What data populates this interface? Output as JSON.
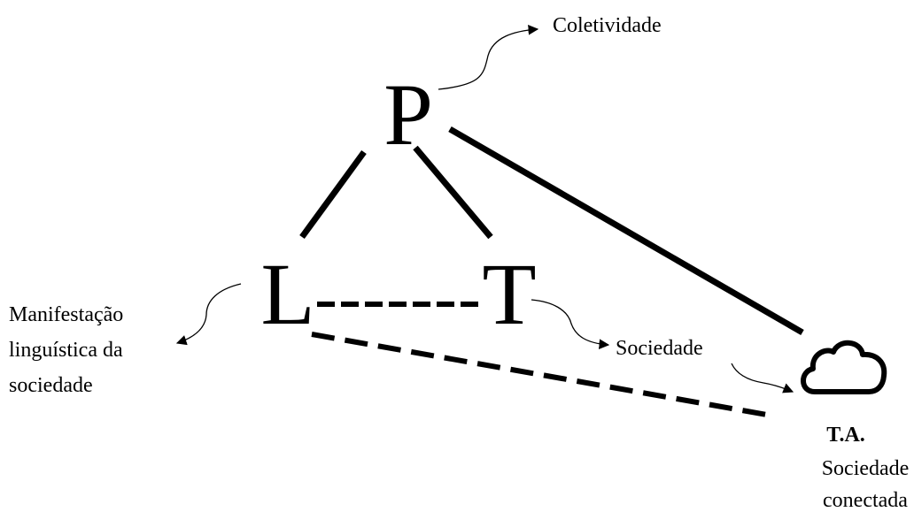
{
  "nodes": {
    "p": {
      "letter": "P"
    },
    "l": {
      "letter": "L"
    },
    "t": {
      "letter": "T"
    },
    "ta": {
      "title": "T.A.",
      "line1": "Sociedade",
      "line2": "conectada",
      "icon": "cloud-icon"
    }
  },
  "labels": {
    "coletividade": "Coletividade",
    "manifestacao_line1": "Manifestação",
    "manifestacao_line2": "linguística da",
    "manifestacao_line3": "sociedade",
    "sociedade": "Sociedade"
  },
  "edges": [
    {
      "from": "P",
      "to": "L",
      "style": "solid"
    },
    {
      "from": "P",
      "to": "T",
      "style": "solid"
    },
    {
      "from": "P",
      "to": "T.A.",
      "style": "solid"
    },
    {
      "from": "L",
      "to": "T",
      "style": "dashed"
    },
    {
      "from": "L",
      "to": "T.A.",
      "style": "dashed"
    }
  ],
  "colors": {
    "ink": "#000000",
    "background": "#ffffff"
  }
}
